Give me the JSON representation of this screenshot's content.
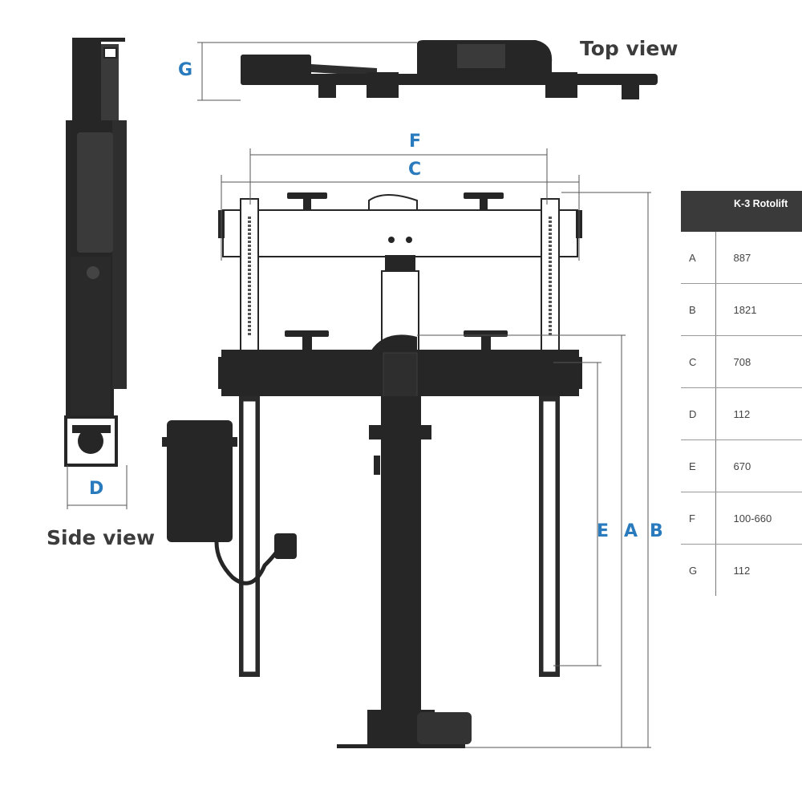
{
  "views": {
    "top": "Top view",
    "side": "Side view"
  },
  "dims": {
    "a": "A",
    "b": "B",
    "c": "C",
    "d": "D",
    "e": "E",
    "f": "F",
    "g": "G"
  },
  "table": {
    "header": "K-3 Rotolift",
    "rows": [
      {
        "key": "A",
        "value": "887"
      },
      {
        "key": "B",
        "value": "1821"
      },
      {
        "key": "C",
        "value": "708"
      },
      {
        "key": "D",
        "value": "112"
      },
      {
        "key": "E",
        "value": "670"
      },
      {
        "key": "F",
        "value": "100-660"
      },
      {
        "key": "G",
        "value": "112"
      }
    ]
  },
  "colors": {
    "device": "#262626",
    "dimension": "#2a7bbd",
    "header_bg": "#3a3a3a"
  }
}
